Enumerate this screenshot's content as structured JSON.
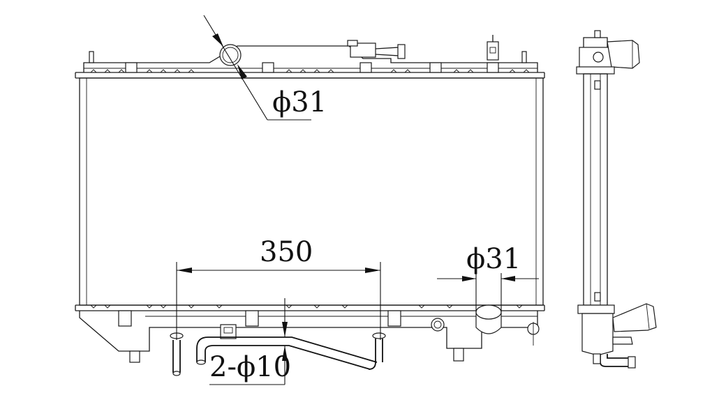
{
  "drawing": {
    "dimensions": {
      "inlet_diameter": "ϕ31",
      "outlet_diameter": "ϕ31",
      "pipe_spacing": "350",
      "pipe_diameter": "2-ϕ10"
    }
  }
}
